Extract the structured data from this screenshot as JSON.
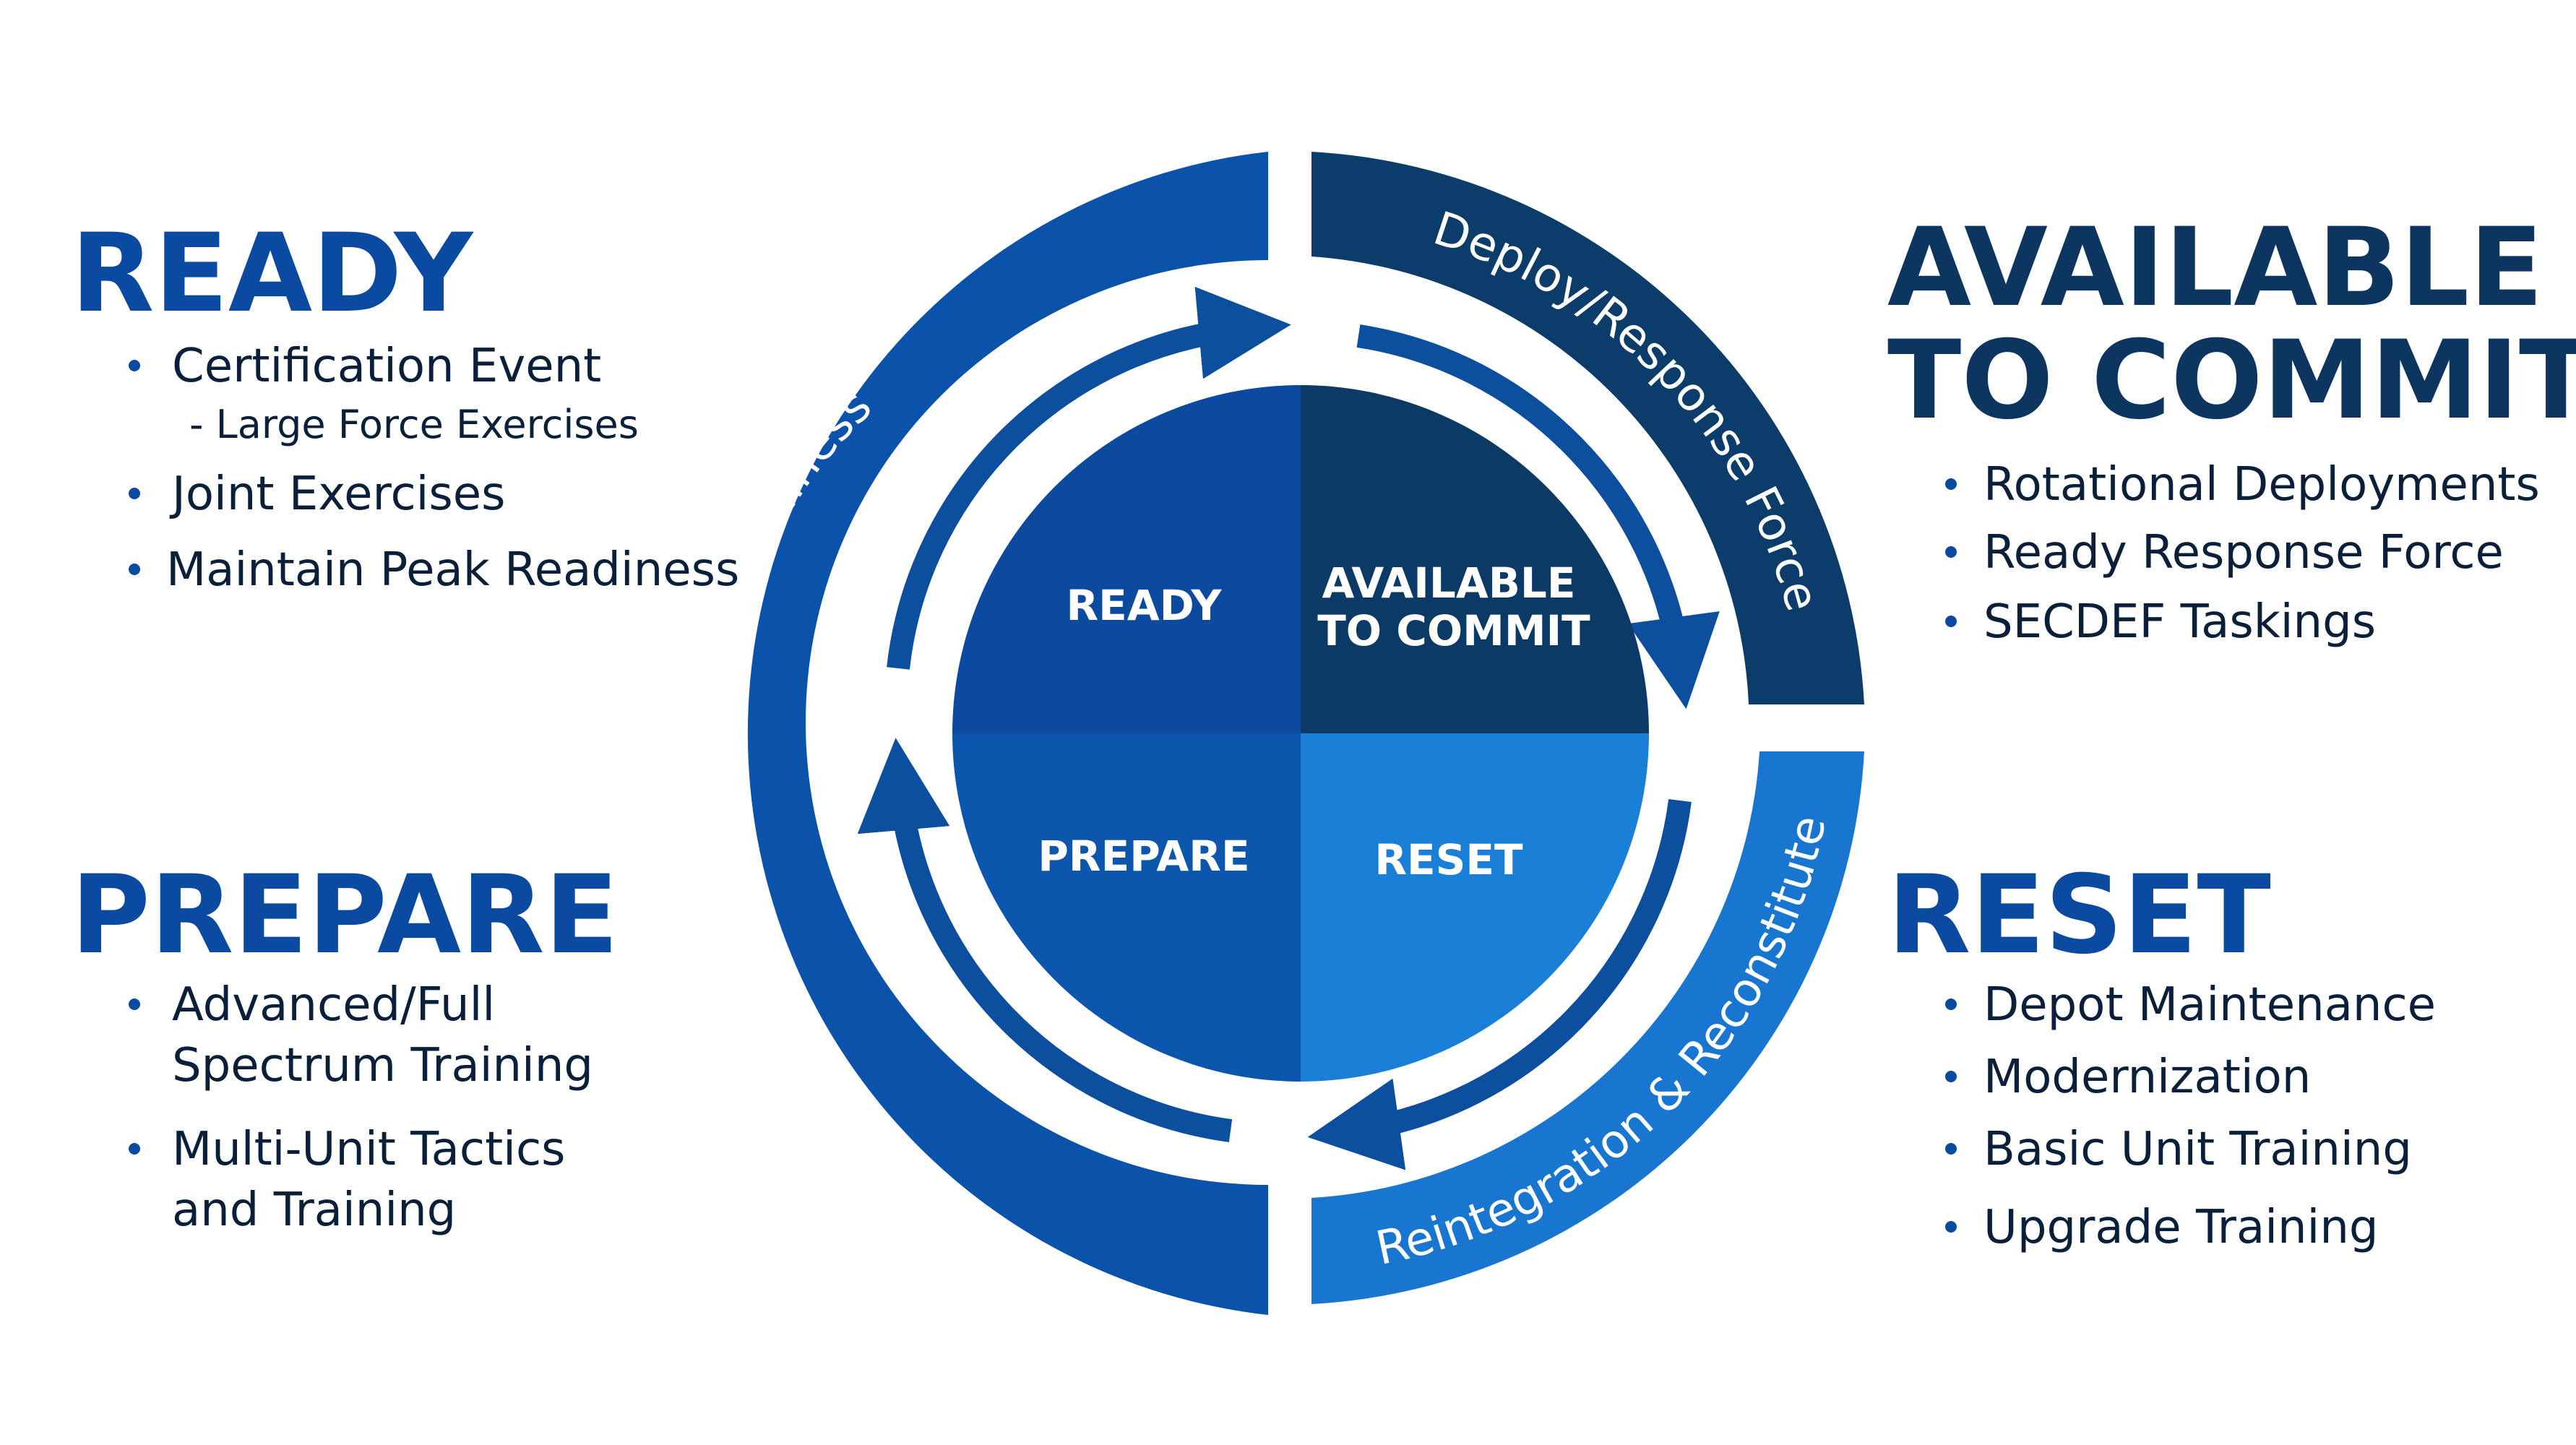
{
  "colors": {
    "ready": "#0b4a9e",
    "available": "#0c3a66",
    "reset": "#1a7fd6",
    "prepare": "#0d56ad",
    "outer_left": "#0b53aa",
    "outer_tr": "#0c3c6a",
    "outer_br": "#1876d0",
    "arrow": "#0d4f9f",
    "heading": "#0a4aa0",
    "heading_dark": "#0c3560",
    "text": "#0a1f3a",
    "white": "#ffffff"
  },
  "sections": {
    "ready": {
      "heading": "READY",
      "items": [
        {
          "text": "Certification Event",
          "sub": "- Large Force Exercises"
        },
        {
          "text": "Joint Exercises"
        },
        {
          "text": "Maintain Peak Readiness"
        }
      ]
    },
    "prepare": {
      "heading": "PREPARE",
      "items": [
        {
          "lines": [
            "Advanced/Full",
            "Spectrum Training"
          ]
        },
        {
          "lines": [
            "Multi-Unit Tactics",
            "and Training"
          ]
        }
      ]
    },
    "available": {
      "heading_lines": [
        "AVAILABLE",
        "TO COMMIT"
      ],
      "items": [
        "Rotational Deployments",
        "Ready Response Force",
        "SECDEF Taskings"
      ]
    },
    "reset": {
      "heading": "RESET",
      "items": [
        "Depot Maintenance",
        "Modernization",
        "Basic Unit Training",
        "Upgrade Training"
      ]
    }
  },
  "wheel": {
    "quadrants": {
      "ready": "READY",
      "available": [
        "AVAILABLE",
        "TO COMMIT"
      ],
      "prepare": "PREPARE",
      "reset": "RESET"
    },
    "ring_labels": {
      "left": "Build High-End Readiness",
      "top_right": "Deploy/Response Force",
      "bottom_right": "Reintegration & Reconstitute"
    }
  }
}
